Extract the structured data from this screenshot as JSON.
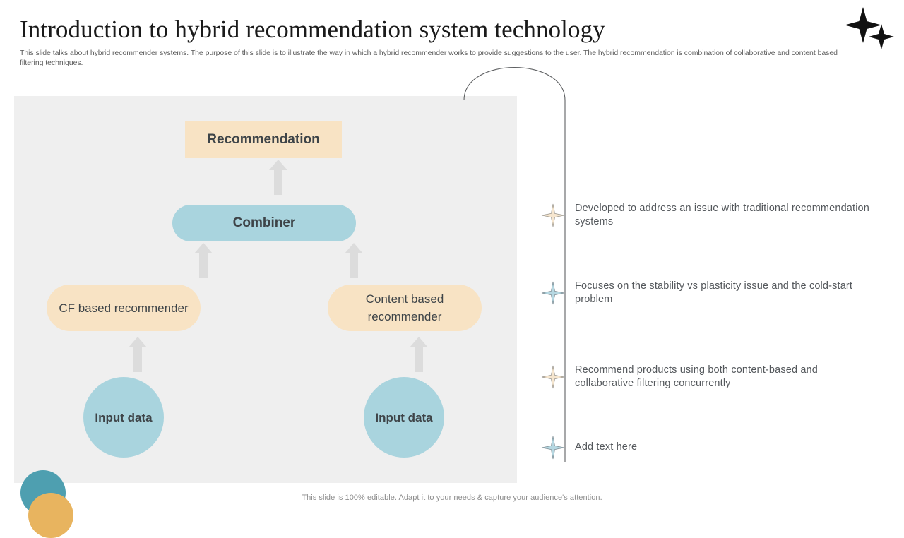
{
  "slide": {
    "title": "Introduction to hybrid recommendation system technology",
    "subtitle": "This slide talks about hybrid recommender systems. The purpose of this slide is to illustrate the way in which a hybrid recommender works to provide suggestions to the user. The hybrid recommendation is combination of collaborative and content based filtering techniques.",
    "footer": "This slide is 100% editable. Adapt it to your needs & capture your audience's attention."
  },
  "diagram": {
    "nodes": {
      "recommendation": "Recommendation",
      "combiner": "Combiner",
      "cf_recommender": "CF based recommender",
      "content_recommender": "Content based recommender",
      "input_left": "Input data",
      "input_right": "Input data"
    },
    "arrow_icon": "arrow-up-icon",
    "colors": {
      "panel_background": "#efefef",
      "cream_node": "#f8e3c4",
      "blue_node": "#a9d4de",
      "arrow": "#dcdcdc",
      "node_text": "#3e4448"
    }
  },
  "bullets": [
    {
      "text": "Developed to address an issue with traditional recommendation systems",
      "marker": "star-icon",
      "marker_color": "#f6e6cf"
    },
    {
      "text": "Focuses on the stability vs plasticity issue and the cold-start problem",
      "marker": "star-icon",
      "marker_color": "#b6d8e2"
    },
    {
      "text": "Recommend products using both content-based and collaborative filtering concurrently",
      "marker": "star-icon",
      "marker_color": "#f6e6cf"
    },
    {
      "text": "Add text here",
      "marker": "star-icon",
      "marker_color": "#b6d8e2"
    }
  ],
  "decoration": {
    "sparkle_icon": "sparkle-icon",
    "sparkle_color": "#111111",
    "blob_teal_color": "#4e9fb0",
    "blob_gold_color": "#e8b45f",
    "timeline_line_color": "#5f6163"
  }
}
